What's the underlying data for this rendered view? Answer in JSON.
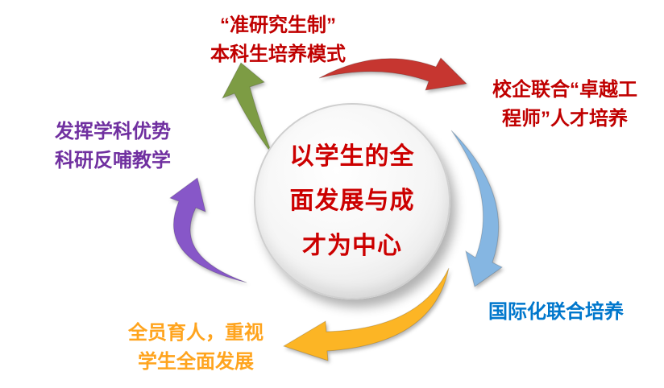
{
  "canvas": {
    "background": "#ffffff"
  },
  "center_circle": {
    "lines": [
      "以学生的全",
      "面发展与成",
      "才为中心"
    ],
    "text_color": "#cc0000"
  },
  "labels": {
    "top": {
      "line1": "“准研究生制”",
      "line2": "本科生培养模式",
      "color": "#c00000"
    },
    "upper_right": {
      "line1": "校企联合“卓越工",
      "line2": "程师”人才培养",
      "color": "#c00000"
    },
    "lower_right": {
      "line1": "国际化联合培养",
      "color": "#0077cc"
    },
    "bottom": {
      "line1": "全员育人，重视",
      "line2": "学生全面发展",
      "color": "#ffa41e"
    },
    "left": {
      "line1": "发挥学科优势",
      "line2": "科研反哺教学",
      "color": "#7030a0"
    }
  },
  "arrows": {
    "green": {
      "fill": "#7d9c44"
    },
    "red": {
      "fill": "#c63630"
    },
    "blue": {
      "fill": "#85b6e2"
    },
    "yellow": {
      "fill": "#fcb525"
    },
    "purple": {
      "fill": "#8757c8"
    }
  }
}
